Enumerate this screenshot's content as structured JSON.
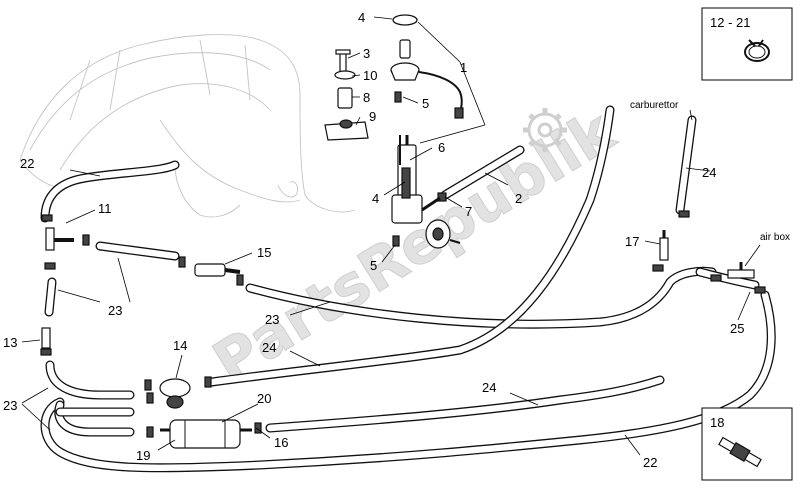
{
  "watermark": "PartsRepublik",
  "callouts": {
    "c1": "1",
    "c2": "2",
    "c3": "3",
    "c4a": "4",
    "c4b": "4",
    "c5a": "5",
    "c5b": "5",
    "c6": "6",
    "c7": "7",
    "c8": "8",
    "c9": "9",
    "c10": "10",
    "c11": "11",
    "c13": "13",
    "c14": "14",
    "c15": "15",
    "c16": "16",
    "c17": "17",
    "c18": "18",
    "c19": "19",
    "c20": "20",
    "c22a": "22",
    "c22b": "22",
    "c23a": "23",
    "c23b": "23",
    "c23c": "23",
    "c24a": "24",
    "c24b": "24",
    "c24c": "24",
    "c25": "25",
    "c1221": "12 - 21"
  },
  "notes": {
    "carburettor": "carburettor",
    "air_box": "air box"
  },
  "colors": {
    "line": "#111111",
    "ghost_tank": "#c4c4c4",
    "watermark": "#e2e2e2",
    "background": "#ffffff"
  }
}
